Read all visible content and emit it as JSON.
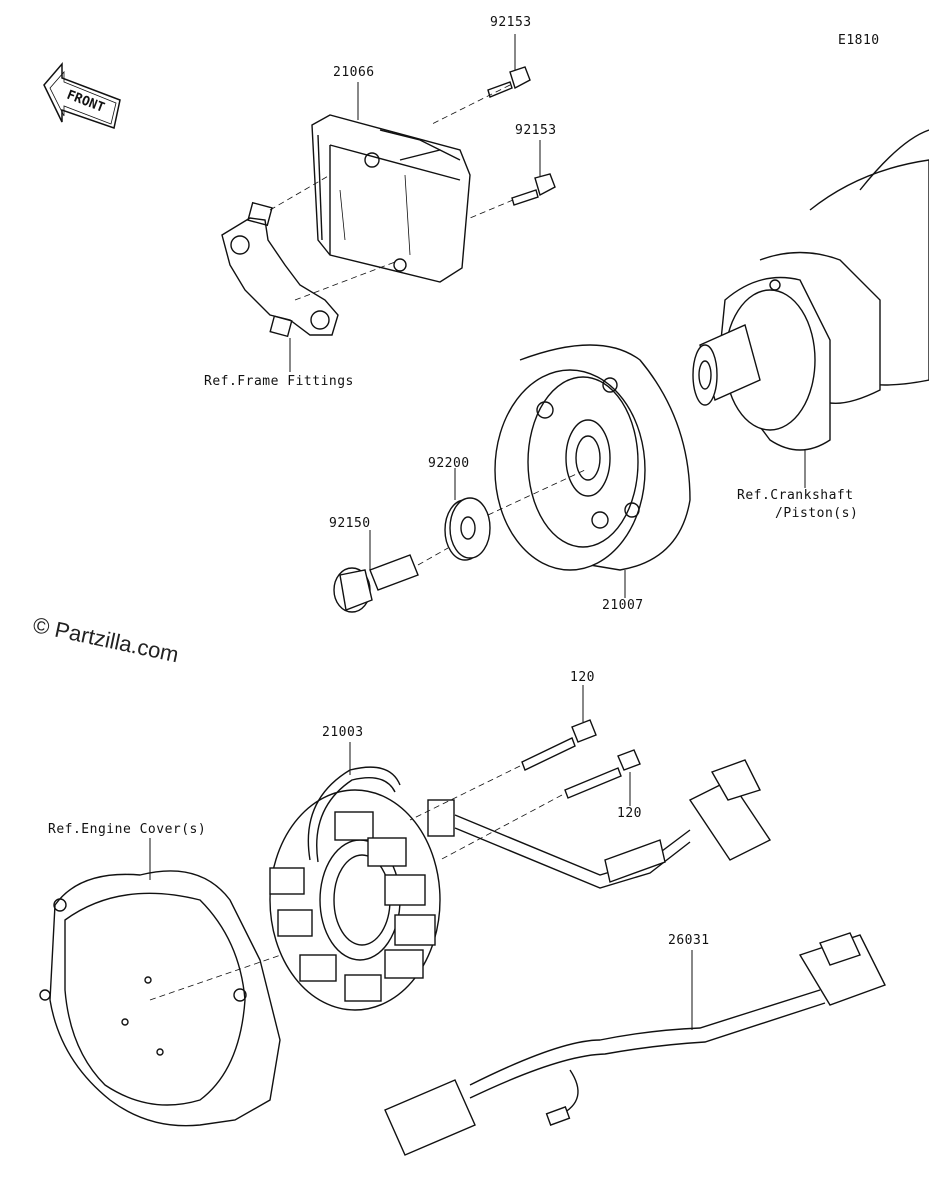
{
  "diagram_code": "E1810",
  "front_arrow_label": "FRONT",
  "watermark": "© Partzilla.com",
  "parts": {
    "bolt_top_1": "92153",
    "regulator": "21066",
    "bolt_top_2": "92153",
    "frame_ref": "Ref.Frame Fittings",
    "washer": "92200",
    "flange_bolt": "92150",
    "rotor": "21007",
    "crank_ref_line1": "Ref.Crankshaft",
    "crank_ref_line2": "/Piston(s)",
    "stator": "21003",
    "screw_1": "120",
    "screw_2": "120",
    "cover_ref": "Ref.Engine Cover(s)",
    "harness": "26031"
  }
}
